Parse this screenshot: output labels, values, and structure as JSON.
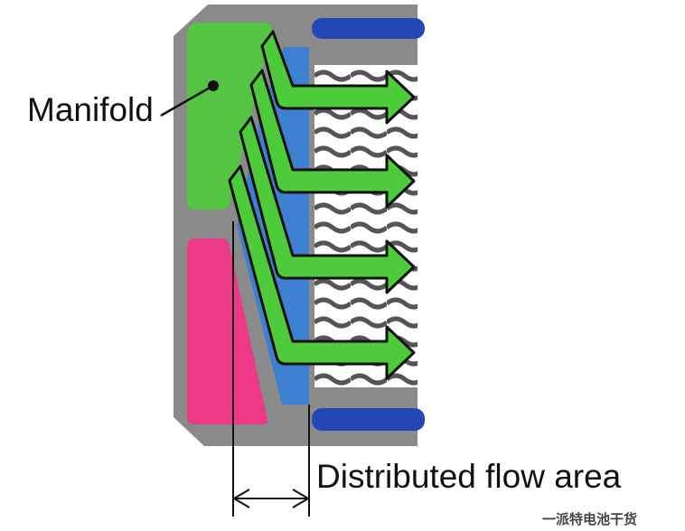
{
  "labels": {
    "manifold": "Manifold",
    "distributed_flow_area": "Distributed flow area"
  },
  "watermark": "一派特电池干货",
  "colors": {
    "housing": "#8a8a8a",
    "manifold": "#55c443",
    "pink": "#ec3a86",
    "blue_channel": "#3d7fd0",
    "blue_bar": "#2347b5",
    "arrow": "#4ecb3a"
  }
}
